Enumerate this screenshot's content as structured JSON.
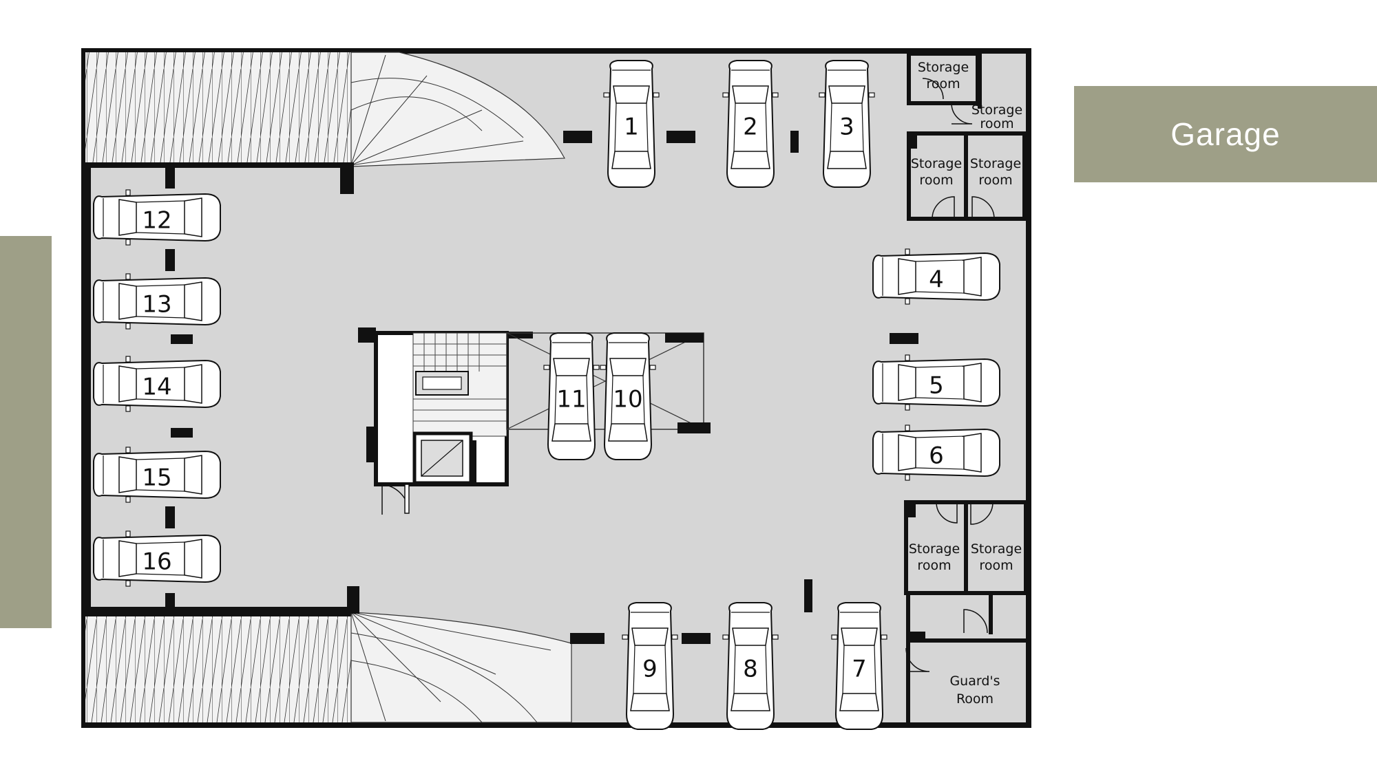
{
  "title": "Garage",
  "colors": {
    "accent": "#9e9f87",
    "floor": "#d6d6d6",
    "wall": "#111111",
    "stair": "#f2f2f2"
  },
  "rooms": {
    "storage_label_line1": "Storage",
    "storage_label_line2": "room",
    "guard_label_line1": "Guard's",
    "guard_label_line2": "Room"
  },
  "parking_spots": [
    {
      "number": "1",
      "orientation": "vertical"
    },
    {
      "number": "2",
      "orientation": "vertical"
    },
    {
      "number": "3",
      "orientation": "vertical"
    },
    {
      "number": "4",
      "orientation": "horizontal"
    },
    {
      "number": "5",
      "orientation": "horizontal"
    },
    {
      "number": "6",
      "orientation": "horizontal"
    },
    {
      "number": "7",
      "orientation": "vertical"
    },
    {
      "number": "8",
      "orientation": "vertical"
    },
    {
      "number": "9",
      "orientation": "vertical"
    },
    {
      "number": "10",
      "orientation": "vertical"
    },
    {
      "number": "11",
      "orientation": "vertical"
    },
    {
      "number": "12",
      "orientation": "horizontal"
    },
    {
      "number": "13",
      "orientation": "horizontal"
    },
    {
      "number": "14",
      "orientation": "horizontal"
    },
    {
      "number": "15",
      "orientation": "horizontal"
    },
    {
      "number": "16",
      "orientation": "horizontal"
    }
  ]
}
